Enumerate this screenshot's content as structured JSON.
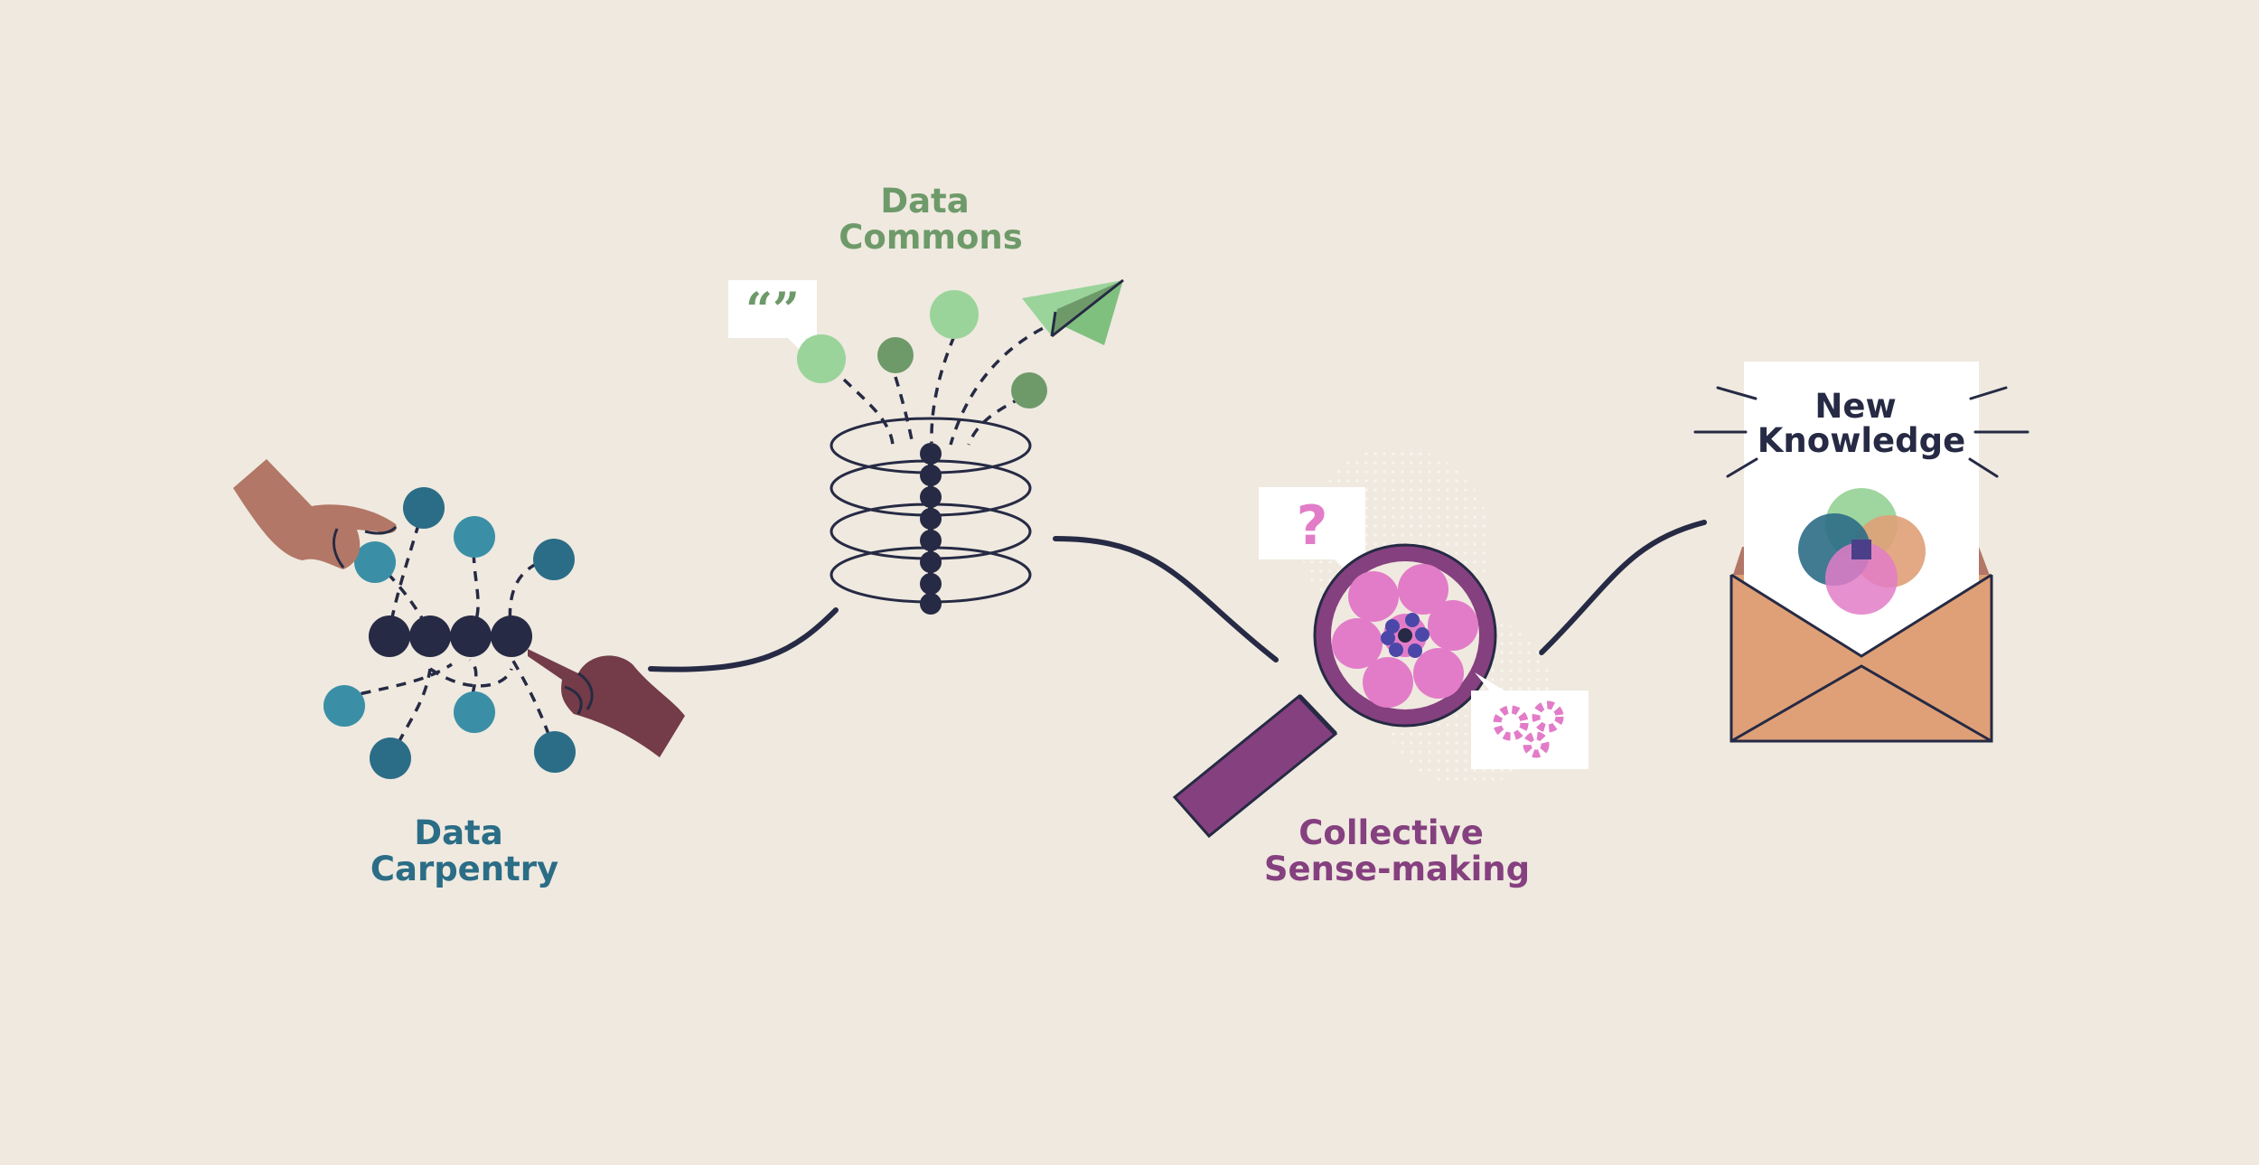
{
  "stages": {
    "data_carpentry": {
      "line1": "Data",
      "line2": "Carpentry",
      "color": "#2b6d86"
    },
    "data_commons": {
      "line1": "Data",
      "line2": "Commons",
      "color": "#6e9a6a"
    },
    "sense_making": {
      "line1": "Collective",
      "line2": "Sense-making",
      "color": "#85407f"
    },
    "new_knowledge": {
      "line1": "New",
      "line2": "Knowledge",
      "color": "#262a44"
    }
  },
  "icons": {
    "quote_glyph": "“”",
    "question_glyph": "?"
  },
  "colors": {
    "background": "#efe9df",
    "navy": "#262a44",
    "teal": "#2b6d86",
    "teal_light": "#3a8fa6",
    "green": "#6e9a6a",
    "green_light": "#9ad49a",
    "pink": "#e27cc8",
    "purple": "#85407f",
    "envelope": "#dfa077",
    "skin_light": "#b27766",
    "skin_dark": "#733c48"
  }
}
